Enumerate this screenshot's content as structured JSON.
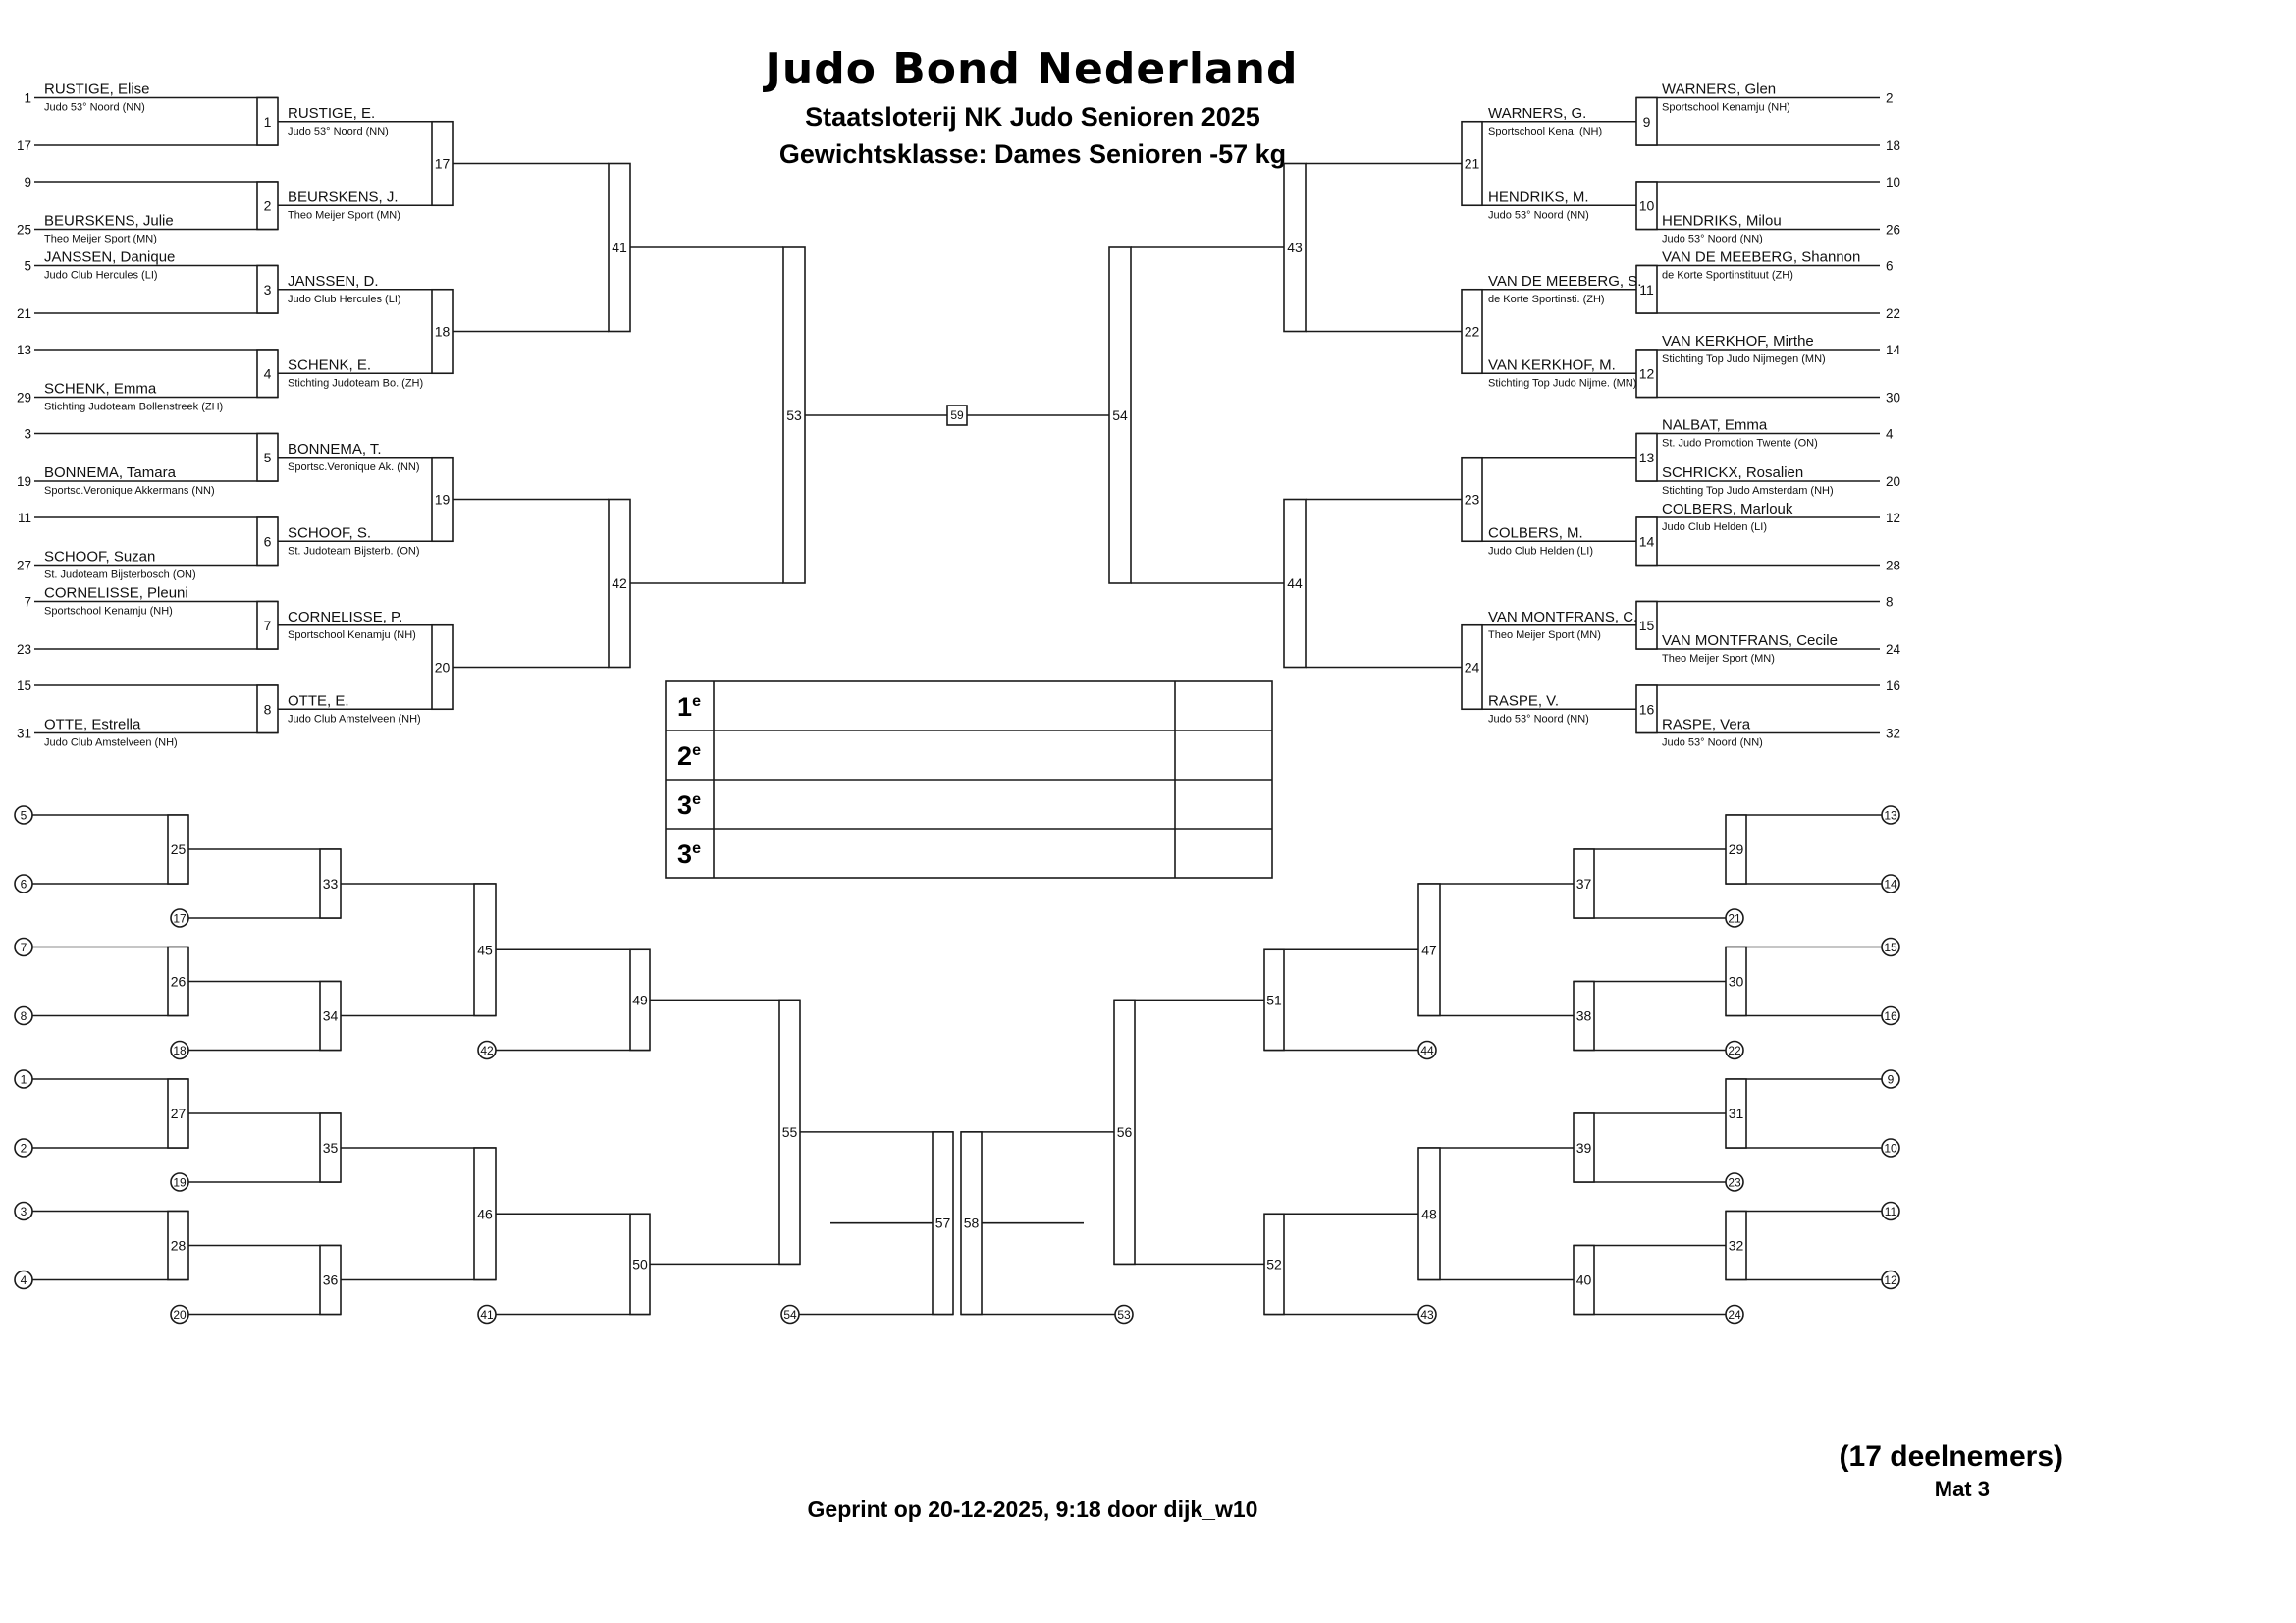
{
  "header": {
    "title": "Judo Bond Nederland",
    "tournament": "Staatsloterij NK Judo Senioren 2025",
    "weight_class": "Gewichtsklasse: Dames Senioren -57 kg"
  },
  "footer": {
    "participants": "(17 deelnemers)",
    "mat": "Mat 3",
    "printed": "Geprint op 20-12-2025, 9:18 door dijk_w10"
  },
  "main": {
    "left": {
      "round1": [
        {
          "match": "1",
          "top_seed": "1",
          "bottom_seed": "17",
          "top": {
            "name": "RUSTIGE, Elise",
            "club": "Judo 53° Noord (NN)"
          },
          "bottom": null,
          "winner": {
            "name": "RUSTIGE, E.",
            "club": "Judo 53° Noord (NN)"
          }
        },
        {
          "match": "2",
          "top_seed": "9",
          "bottom_seed": "25",
          "top": null,
          "bottom": {
            "name": "BEURSKENS, Julie",
            "club": "Theo Meijer Sport (MN)"
          },
          "winner": {
            "name": "BEURSKENS, J.",
            "club": "Theo Meijer Sport (MN)"
          }
        },
        {
          "match": "3",
          "top_seed": "5",
          "bottom_seed": "21",
          "top": {
            "name": "JANSSEN, Danique",
            "club": "Judo Club Hercules (LI)"
          },
          "bottom": null,
          "winner": {
            "name": "JANSSEN, D.",
            "club": "Judo Club Hercules (LI)"
          }
        },
        {
          "match": "4",
          "top_seed": "13",
          "bottom_seed": "29",
          "top": null,
          "bottom": {
            "name": "SCHENK, Emma",
            "club": "Stichting Judoteam Bollenstreek (ZH)"
          },
          "winner": {
            "name": "SCHENK, E.",
            "club": "Stichting Judoteam Bo. (ZH)"
          }
        },
        {
          "match": "5",
          "top_seed": "3",
          "bottom_seed": "19",
          "top": null,
          "bottom": {
            "name": "BONNEMA, Tamara",
            "club": "Sportsc.Veronique Akkermans (NN)"
          },
          "winner": {
            "name": "BONNEMA, T.",
            "club": "Sportsc.Veronique Ak. (NN)"
          }
        },
        {
          "match": "6",
          "top_seed": "11",
          "bottom_seed": "27",
          "top": null,
          "bottom": {
            "name": "SCHOOF, Suzan",
            "club": "St. Judoteam Bijsterbosch (ON)"
          },
          "winner": {
            "name": "SCHOOF, S.",
            "club": "St. Judoteam Bijsterb. (ON)"
          }
        },
        {
          "match": "7",
          "top_seed": "7",
          "bottom_seed": "23",
          "top": {
            "name": "CORNELISSE, Pleuni",
            "club": "Sportschool Kenamju (NH)"
          },
          "bottom": null,
          "winner": {
            "name": "CORNELISSE, P.",
            "club": "Sportschool Kenamju (NH)"
          }
        },
        {
          "match": "8",
          "top_seed": "15",
          "bottom_seed": "31",
          "top": null,
          "bottom": {
            "name": "OTTE, Estrella",
            "club": "Judo Club Amstelveen (NH)"
          },
          "winner": {
            "name": "OTTE, E.",
            "club": "Judo Club Amstelveen (NH)"
          }
        }
      ],
      "round2": [
        "17",
        "18",
        "19",
        "20"
      ],
      "round3": [
        "41",
        "42"
      ],
      "semi": "53"
    },
    "right": {
      "round1": [
        {
          "match": "9",
          "top_seed": "2",
          "bottom_seed": "18",
          "top": {
            "name": "WARNERS, Glen",
            "club": "Sportschool Kenamju (NH)"
          },
          "bottom": null,
          "winner": {
            "name": "WARNERS, G.",
            "club": "Sportschool Kena. (NH)"
          }
        },
        {
          "match": "10",
          "top_seed": "10",
          "bottom_seed": "26",
          "top": null,
          "bottom": {
            "name": "HENDRIKS, Milou",
            "club": "Judo 53° Noord (NN)"
          },
          "winner": {
            "name": "HENDRIKS, M.",
            "club": "Judo 53° Noord (NN)"
          }
        },
        {
          "match": "11",
          "top_seed": "6",
          "bottom_seed": "22",
          "top": {
            "name": "VAN DE MEEBERG, Shannon",
            "club": "de Korte Sportinstituut (ZH)"
          },
          "bottom": null,
          "winner": {
            "name": "VAN DE MEEBERG, S.",
            "club": "de Korte Sportinsti. (ZH)"
          }
        },
        {
          "match": "12",
          "top_seed": "14",
          "bottom_seed": "30",
          "top": {
            "name": "VAN KERKHOF, Mirthe",
            "club": "Stichting Top Judo Nijmegen (MN)"
          },
          "bottom": null,
          "winner": {
            "name": "VAN KERKHOF, M.",
            "club": "Stichting Top Judo Nijme. (MN)"
          }
        },
        {
          "match": "13",
          "top_seed": "4",
          "bottom_seed": "20",
          "top": {
            "name": "NALBAT, Emma",
            "club": "St. Judo Promotion Twente (ON)"
          },
          "bottom": {
            "name": "SCHRICKX, Rosalien",
            "club": "Stichting Top Judo Amsterdam (NH)"
          },
          "winner": null
        },
        {
          "match": "14",
          "top_seed": "12",
          "bottom_seed": "28",
          "top": {
            "name": "COLBERS, Marlouk",
            "club": "Judo Club Helden (LI)"
          },
          "bottom": null,
          "winner": {
            "name": "COLBERS, M.",
            "club": "Judo Club Helden (LI)"
          }
        },
        {
          "match": "15",
          "top_seed": "8",
          "bottom_seed": "24",
          "top": null,
          "bottom": {
            "name": "VAN MONTFRANS, Cecile",
            "club": "Theo Meijer Sport (MN)"
          },
          "winner": {
            "name": "VAN MONTFRANS, C.",
            "club": "Theo Meijer Sport (MN)"
          }
        },
        {
          "match": "16",
          "top_seed": "16",
          "bottom_seed": "32",
          "top": null,
          "bottom": {
            "name": "RASPE, Vera",
            "club": "Judo 53° Noord (NN)"
          },
          "winner": {
            "name": "RASPE, V.",
            "club": "Judo 53° Noord (NN)"
          }
        }
      ],
      "round2": [
        "21",
        "22",
        "23",
        "24"
      ],
      "round3": [
        "43",
        "44"
      ],
      "semi": "54"
    },
    "final": "59"
  },
  "repechage": {
    "left": {
      "groups": [
        {
          "match": "25",
          "top": "5",
          "bottom": "6",
          "next": "33",
          "rep": "17"
        },
        {
          "match": "26",
          "top": "7",
          "bottom": "8",
          "next": "34",
          "rep": "18"
        },
        {
          "match": "27",
          "top": "1",
          "bottom": "2",
          "next": "35",
          "rep": "19"
        },
        {
          "match": "28",
          "top": "3",
          "bottom": "4",
          "next": "36",
          "rep": "20"
        }
      ],
      "round3": [
        {
          "match": "45",
          "rep": "42",
          "next": "49"
        },
        {
          "match": "46",
          "rep": "41",
          "next": "50"
        }
      ],
      "semi": "55",
      "bronze": {
        "match": "57",
        "rep": "54"
      }
    },
    "right": {
      "groups": [
        {
          "match": "29",
          "top": "13",
          "bottom": "14",
          "next": "37",
          "rep": "21"
        },
        {
          "match": "30",
          "top": "15",
          "bottom": "16",
          "next": "38",
          "rep": "22"
        },
        {
          "match": "31",
          "top": "9",
          "bottom": "10",
          "next": "39",
          "rep": "23"
        },
        {
          "match": "32",
          "top": "11",
          "bottom": "12",
          "next": "40",
          "rep": "24"
        }
      ],
      "round3": [
        {
          "match": "47",
          "rep": "44",
          "next": "51"
        },
        {
          "match": "48",
          "rep": "43",
          "next": "52"
        }
      ],
      "semi": "56",
      "bronze": {
        "match": "58",
        "rep": "53"
      }
    }
  },
  "results": [
    {
      "num": "1",
      "sup": "e"
    },
    {
      "num": "2",
      "sup": "e"
    },
    {
      "num": "3",
      "sup": "e"
    },
    {
      "num": "3",
      "sup": "e"
    }
  ]
}
